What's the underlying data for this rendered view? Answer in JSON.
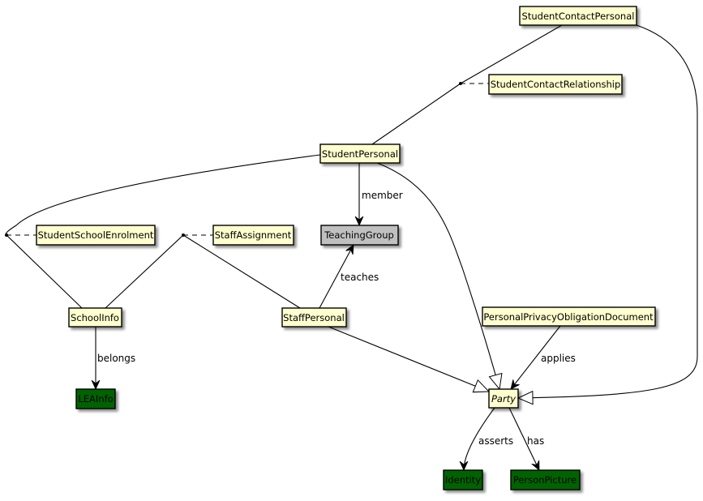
{
  "diagram": {
    "type": "class-diagram",
    "colors": {
      "default_fill": "#FEFECE",
      "gray_fill": "#C0C0C0",
      "green_fill": "#006400",
      "border": "#000000",
      "shadow": "#999999"
    },
    "nodes": [
      {
        "id": "StudentContactPersonal",
        "label": "StudentContactPersonal",
        "style": "default"
      },
      {
        "id": "StudentContactRelationship",
        "label": "StudentContactRelationship",
        "style": "default"
      },
      {
        "id": "StudentPersonal",
        "label": "StudentPersonal",
        "style": "default"
      },
      {
        "id": "StudentSchoolEnrolment",
        "label": "StudentSchoolEnrolment",
        "style": "default"
      },
      {
        "id": "StaffAssignment",
        "label": "StaffAssignment",
        "style": "default"
      },
      {
        "id": "TeachingGroup",
        "label": "TeachingGroup",
        "style": "gray"
      },
      {
        "id": "SchoolInfo",
        "label": "SchoolInfo",
        "style": "default"
      },
      {
        "id": "StaffPersonal",
        "label": "StaffPersonal",
        "style": "default"
      },
      {
        "id": "PersonalPrivacyObligationDocument",
        "label": "PersonalPrivacyObligationDocument",
        "style": "default"
      },
      {
        "id": "LEAInfo",
        "label": "LEAInfo",
        "style": "green"
      },
      {
        "id": "Party",
        "label": "Party",
        "style": "default",
        "abstract": true
      },
      {
        "id": "Identity",
        "label": "Identity",
        "style": "green"
      },
      {
        "id": "PersonPicture",
        "label": "PersonPicture",
        "style": "green"
      }
    ],
    "edges": [
      {
        "from": "StudentContactPersonal",
        "to": "StudentPersonal",
        "kind": "association-class",
        "assoc_class": "StudentContactRelationship"
      },
      {
        "from": "StudentPersonal",
        "to": "SchoolInfo",
        "kind": "association-class",
        "assoc_class": "StudentSchoolEnrolment"
      },
      {
        "from": "SchoolInfo",
        "to": "StaffPersonal",
        "kind": "association-class",
        "assoc_class": "StaffAssignment"
      },
      {
        "from": "StudentPersonal",
        "to": "TeachingGroup",
        "kind": "directed",
        "label": "member"
      },
      {
        "from": "StaffPersonal",
        "to": "TeachingGroup",
        "kind": "directed",
        "label": "teaches"
      },
      {
        "from": "SchoolInfo",
        "to": "LEAInfo",
        "kind": "directed",
        "label": "belongs"
      },
      {
        "from": "PersonalPrivacyObligationDocument",
        "to": "Party",
        "kind": "directed",
        "label": "applies"
      },
      {
        "from": "StudentPersonal",
        "to": "Party",
        "kind": "generalization"
      },
      {
        "from": "StaffPersonal",
        "to": "Party",
        "kind": "generalization"
      },
      {
        "from": "StudentContactPersonal",
        "to": "Party",
        "kind": "generalization"
      },
      {
        "from": "Party",
        "to": "Identity",
        "kind": "directed",
        "label": "asserts"
      },
      {
        "from": "Party",
        "to": "PersonPicture",
        "kind": "directed",
        "label": "has"
      }
    ]
  }
}
